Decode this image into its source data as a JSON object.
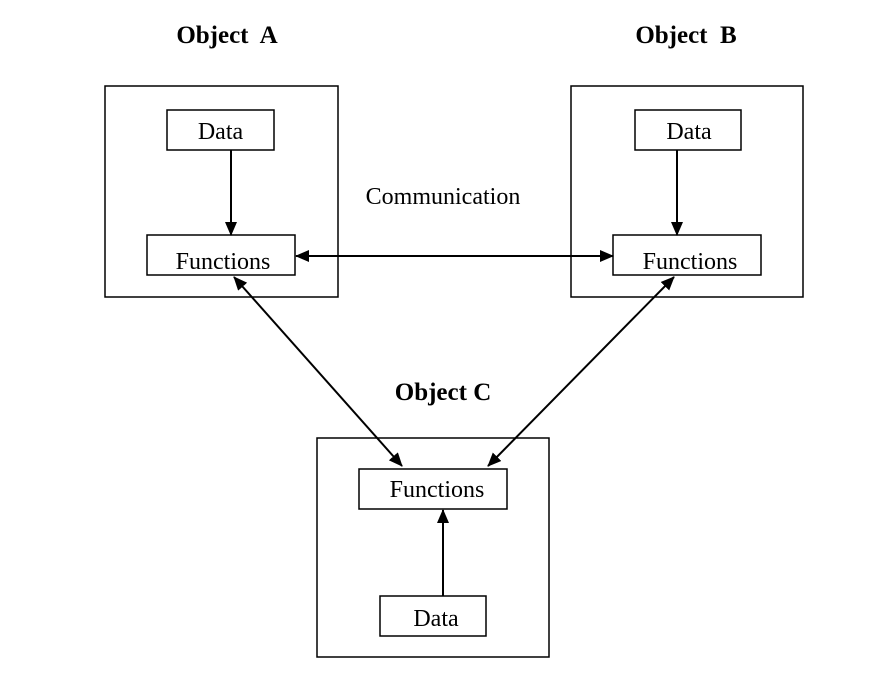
{
  "objects": {
    "a": {
      "title": "Object  A",
      "data_label": "Data",
      "functions_label": "Functions"
    },
    "b": {
      "title": "Object  B",
      "data_label": "Data",
      "functions_label": "Functions"
    },
    "c": {
      "title": "Object C",
      "data_label": "Data",
      "functions_label": "Functions"
    }
  },
  "communication_label": "Communication"
}
